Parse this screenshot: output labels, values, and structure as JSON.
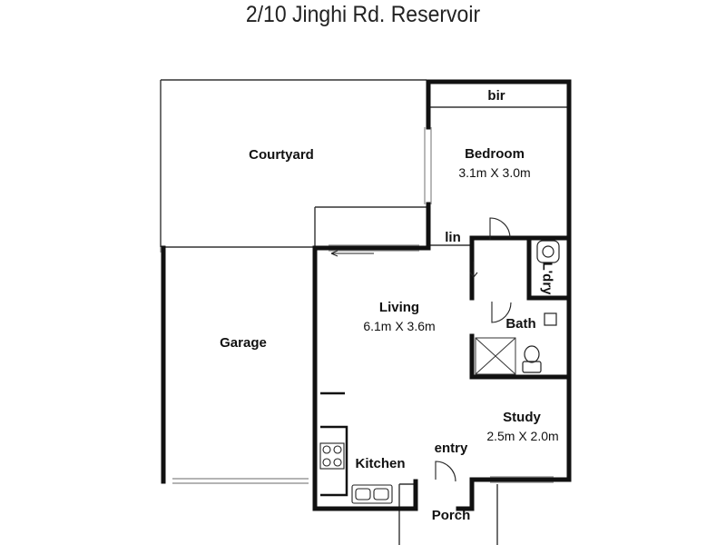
{
  "title": "2/10 Jinghi Rd. Reservoir",
  "rooms": {
    "bir": {
      "name": "bir"
    },
    "bedroom": {
      "name": "Bedroom",
      "dims": "3.1m X 3.0m"
    },
    "courtyard": {
      "name": "Courtyard"
    },
    "lin": {
      "name": "lin"
    },
    "lndry": {
      "name": "L'dry"
    },
    "living": {
      "name": "Living",
      "dims": "6.1m X 3.6m"
    },
    "bath": {
      "name": "Bath"
    },
    "garage": {
      "name": "Garage"
    },
    "study": {
      "name": "Study",
      "dims": "2.5m X 2.0m"
    },
    "entry": {
      "name": "entry"
    },
    "kitchen": {
      "name": "Kitchen"
    },
    "porch": {
      "name": "Porch"
    }
  },
  "colors": {
    "wall": "#111111",
    "thin_line": "#333333",
    "window": "#888888"
  }
}
